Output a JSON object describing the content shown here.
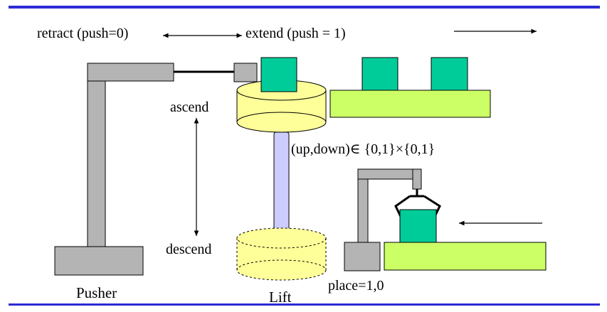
{
  "labels": {
    "retract": "retract (push=0)",
    "extend": "extend (push = 1)",
    "ascend": "ascend",
    "descend": "descend",
    "updown": "(up,down)∈ {0,1}×{0,1}",
    "pusher": "Pusher",
    "lift": "Lift",
    "place": "place=1,0"
  },
  "colors": {
    "rule": "#2b2bd6",
    "frame": "#b4b4b4",
    "block": "#00cc99",
    "belt": "#ccff66",
    "lift_disc": "#ffff99",
    "lift_shaft": "#ccccff"
  }
}
